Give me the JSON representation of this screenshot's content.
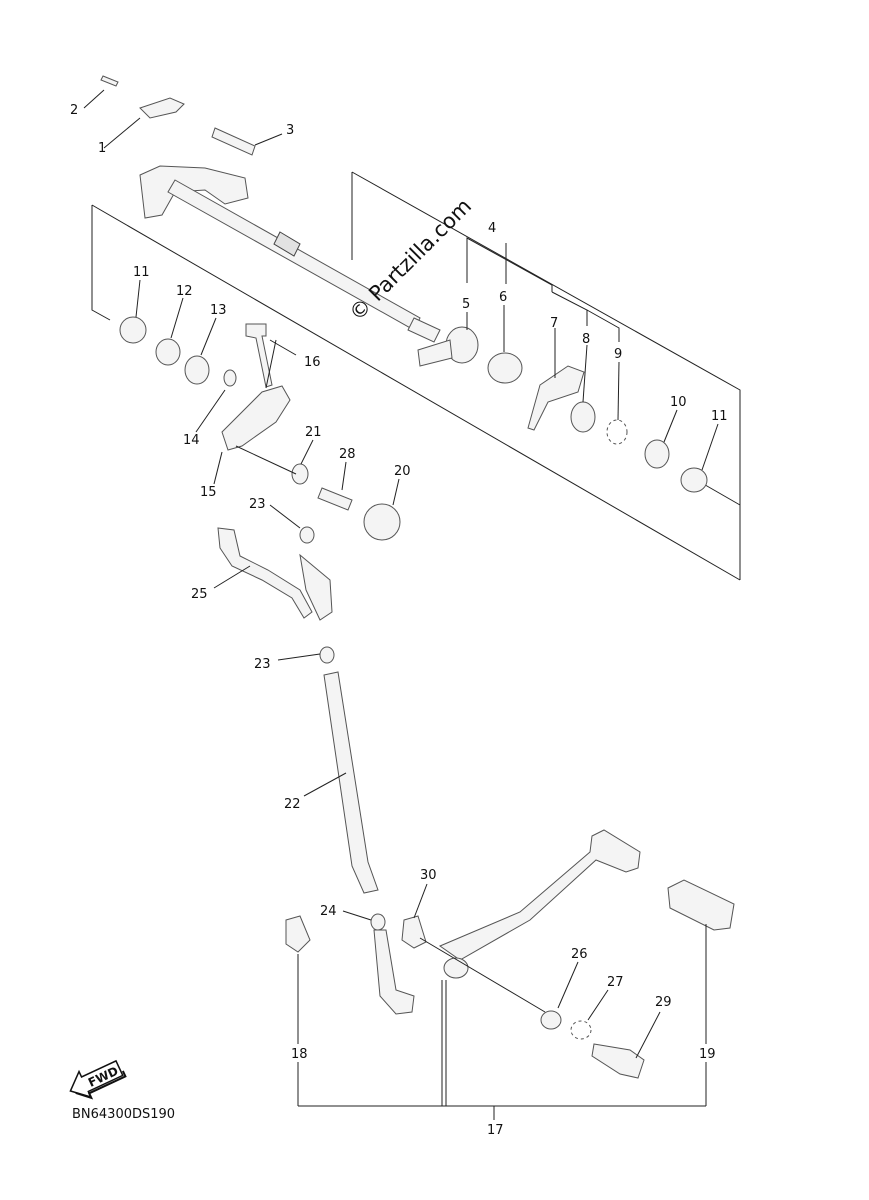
{
  "diagram_code": "BN64300DS190",
  "watermark": "© Partzilla.com",
  "fwd_badge": "FWD",
  "callouts": [
    "1",
    "2",
    "3",
    "4",
    "5",
    "6",
    "7",
    "8",
    "9",
    "10",
    "11",
    "11",
    "12",
    "13",
    "14",
    "15",
    "16",
    "17",
    "18",
    "19",
    "20",
    "21",
    "22",
    "23",
    "23",
    "24",
    "25",
    "26",
    "27",
    "28",
    "29",
    "30"
  ],
  "icons": [
    "fwd-arrow-icon"
  ],
  "colors": {
    "line": "#222222",
    "part_fill": "#f4f4f4",
    "part_shade": "#e2e2e2"
  }
}
